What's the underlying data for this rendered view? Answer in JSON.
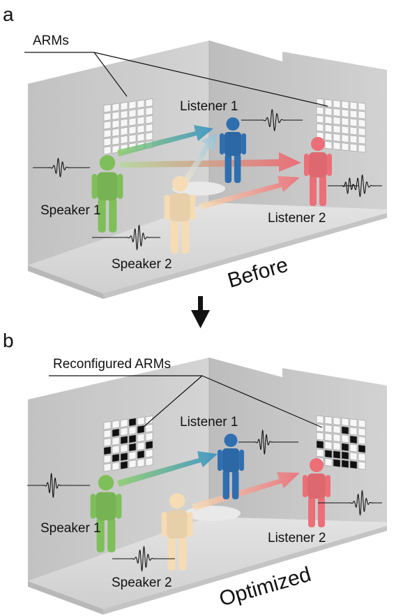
{
  "panel_a": {
    "letter": "a",
    "callout": "ARMs",
    "state": "Before",
    "speaker1": "Speaker 1",
    "speaker2": "Speaker 2",
    "listener1": "Listener 1",
    "listener2": "Listener 2"
  },
  "panel_b": {
    "letter": "b",
    "callout": "Reconfigured ARMs",
    "state": "Optimized",
    "speaker1": "Speaker 1",
    "speaker2": "Speaker 2",
    "listener1": "Listener 1",
    "listener2": "Listener 2"
  },
  "colors": {
    "speaker1": "#7fbf5a",
    "speaker2": "#f6dcb4",
    "listener1": "#2f6fb0",
    "listener2": "#ec6f78",
    "room_floor": "#dcdcdc",
    "room_wall": "#c9c9c9"
  },
  "arm_patterns": {
    "before_left": [
      "wwwwww",
      "wwwwww",
      "wwwwww",
      "wwwwww",
      "wwwwww",
      "wwwwww"
    ],
    "before_right": [
      "wwwwww",
      "wwwwww",
      "wwwwww",
      "wwwwww",
      "wwwwww",
      "wwwwww"
    ],
    "optimized_left": [
      "wwwbww",
      "wbwwbw",
      "wwbbww",
      "bwwbwb",
      "wbbwbw",
      "wwbwww"
    ],
    "optimized_right": [
      "wwwwww",
      "wwwbww",
      "wwwwbw",
      "bwwbwb",
      "wbbbww",
      "wwbbbw"
    ]
  }
}
